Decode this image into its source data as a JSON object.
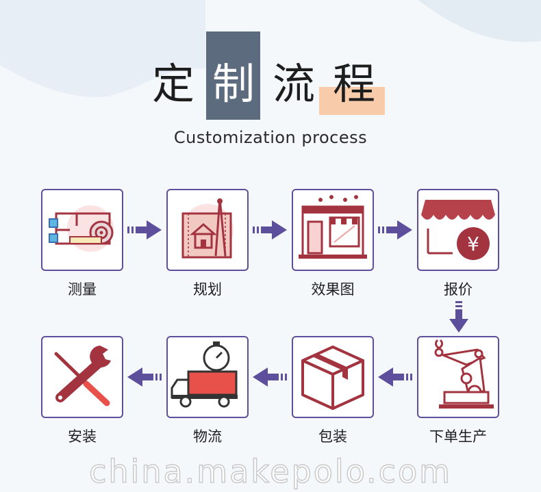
{
  "title": {
    "chars": [
      "定",
      "制",
      "流",
      "程"
    ]
  },
  "subtitle": "Customization process",
  "steps": [
    {
      "label": "测量",
      "icon": "measure-floorplan-icon"
    },
    {
      "label": "规划",
      "icon": "house-compass-plan-icon"
    },
    {
      "label": "效果图",
      "icon": "storefront-rendering-icon"
    },
    {
      "label": "报价",
      "icon": "price-quote-yen-icon"
    },
    {
      "label": "下单生产",
      "icon": "robot-arm-production-icon"
    },
    {
      "label": "包装",
      "icon": "package-box-icon"
    },
    {
      "label": "物流",
      "icon": "delivery-truck-stopwatch-icon"
    },
    {
      "label": "安装",
      "icon": "wrench-screwdriver-icon"
    }
  ],
  "icon_glyphs": {
    "yen": "¥"
  },
  "watermark": "china.makepolo.com",
  "colors": {
    "border": "#5d4f9b",
    "arrow": "#5d4f9b",
    "accent_red": "#a2333f",
    "title_block": "#5c6b7e",
    "title_highlight": "#f8ccaa",
    "background": "#f4f8fb"
  }
}
